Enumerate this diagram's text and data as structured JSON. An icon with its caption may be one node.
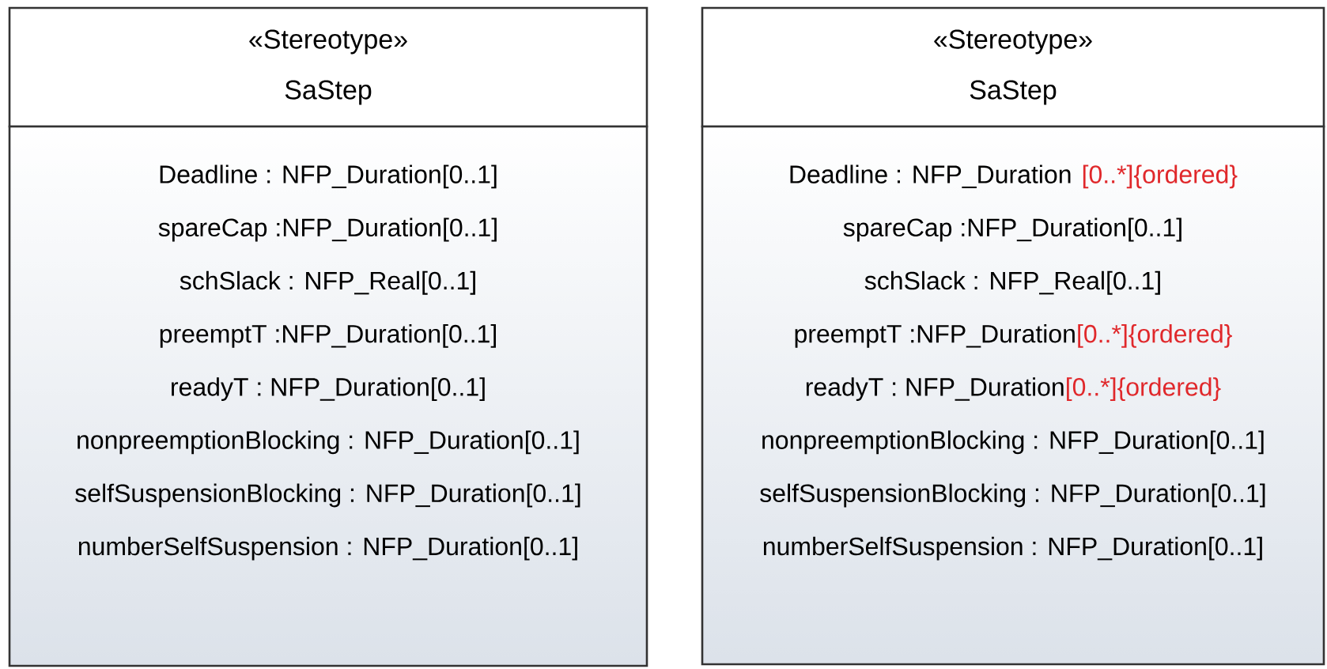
{
  "diagram": {
    "nodes": [
      {
        "text": [
          "«Stereotype»",
          "SaStep"
        ]
      },
      {
        "text": [
          "Deadline : NFP_Duration[0..1]",
          "spareCap :NFP_Duration[0..1]",
          "schSlack : NFP_Real[0..1]",
          "preemptT :NFP_Duration[0..1]",
          "readyT : NFP_Duration[0..1]",
          "nonpreemptionBlocking : NFP_Duration[0..1]",
          "selfSuspensionBlocking : NFP_Duration[0..1]",
          "numberSelfSuspension : NFP_Duration[0..1]"
        ]
      },
      {
        "text": [
          "«Stereotype»",
          "SaStep"
        ]
      },
      {
        "text": [
          "Deadline : NFP_Duration",
          "[0..*]{ordered}",
          "spareCap :NFP_Duration[0..1]",
          "schSlack : NFP_Real[0..1]",
          "preemptT :NFP_Duration",
          "[0..*]{ordered}",
          "readyT : NFP_Duration",
          "[0..*]{ordered}",
          "nonpreemptionBlocking : NFP_Duration[0..1]",
          "selfSuspensionBlocking : NFP_Duration[0..1]",
          "numberSelfSuspension : NFP_Duration[0..1]"
        ]
      }
    ]
  }
}
